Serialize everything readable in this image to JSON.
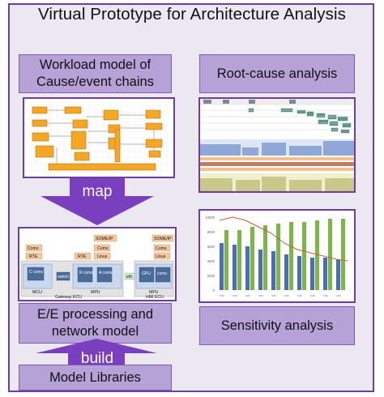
{
  "title": "Virtual Prototype for Architecture Analysis",
  "boxes": {
    "workload_line1": "Workload model of",
    "workload_line2": "Cause/event chains",
    "root_cause": "Root-cause analysis",
    "ee_line1": "E/E processing and",
    "ee_line2": "network model",
    "sensitivity": "Sensitivity analysis",
    "model_libraries": "Model Libraries"
  },
  "arrows": {
    "map": "map",
    "build": "build"
  },
  "ee_diagram": {
    "gateway_ecu": "Gateway ECU",
    "hmi_ecu": "HMI ECU",
    "mcu": "MCU",
    "mpu": "MPU",
    "mpu_hmi": "MPU",
    "coms1": "Coms",
    "rte1": "RTE",
    "someip1": "SOME/IP",
    "coms2": "Coms",
    "rte2": "RTE",
    "linux1": "Linux",
    "someip2": "SOME/IP",
    "coms3": "Coms",
    "linux2": "Linux",
    "c_coms": "C coms",
    "switch": "switch",
    "r_coms": "R coms",
    "a_coms": "A coms",
    "eth": "eth",
    "gpu": "GPU",
    "coms_hmi": "coms"
  },
  "sensitivity_chart": {
    "y_ticks": [
      "10000",
      "8000",
      "6000",
      "4000",
      "2000",
      "0"
    ]
  },
  "colors": {
    "frame_border": "#6a3fa0",
    "label_fill": "#b6a2d6",
    "arrow_fill": "#7a3fbf",
    "bar_blue": "#4a6db8",
    "bar_green": "#7ab648",
    "line_orange": "#c0603a"
  }
}
